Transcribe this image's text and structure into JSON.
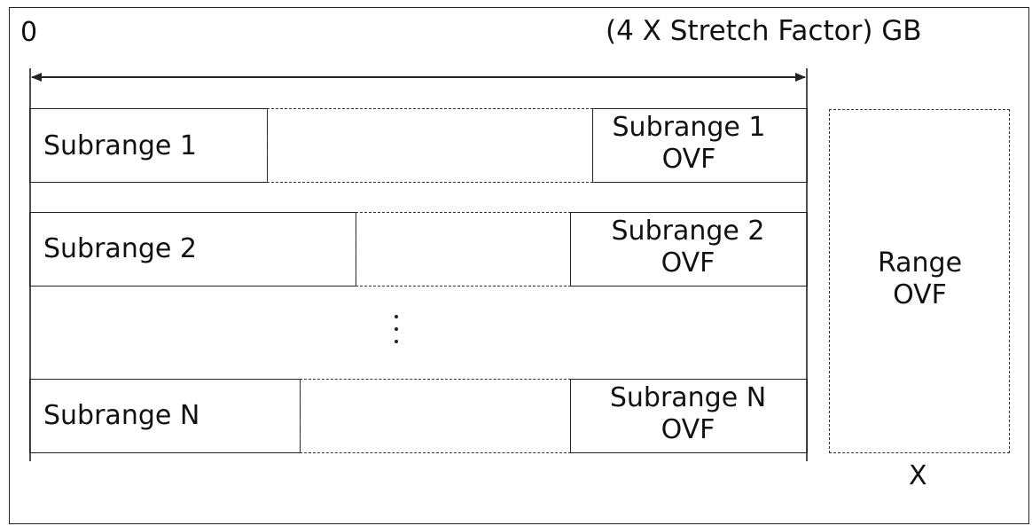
{
  "axis": {
    "start_label": "0",
    "end_label": "(4 X Stretch Factor) GB"
  },
  "subranges": [
    {
      "name": "Subrange 1",
      "ovf_line1": "Subrange 1",
      "ovf_line2": "OVF"
    },
    {
      "name": "Subrange 2",
      "ovf_line1": "Subrange 2",
      "ovf_line2": "OVF"
    },
    {
      "name": "Subrange N",
      "ovf_line1": "Subrange N",
      "ovf_line2": "OVF"
    }
  ],
  "range_ovf": {
    "line1": "Range",
    "line2": "OVF",
    "size_label": "X"
  },
  "colors": {
    "stroke": "#222222",
    "background": "#ffffff"
  }
}
